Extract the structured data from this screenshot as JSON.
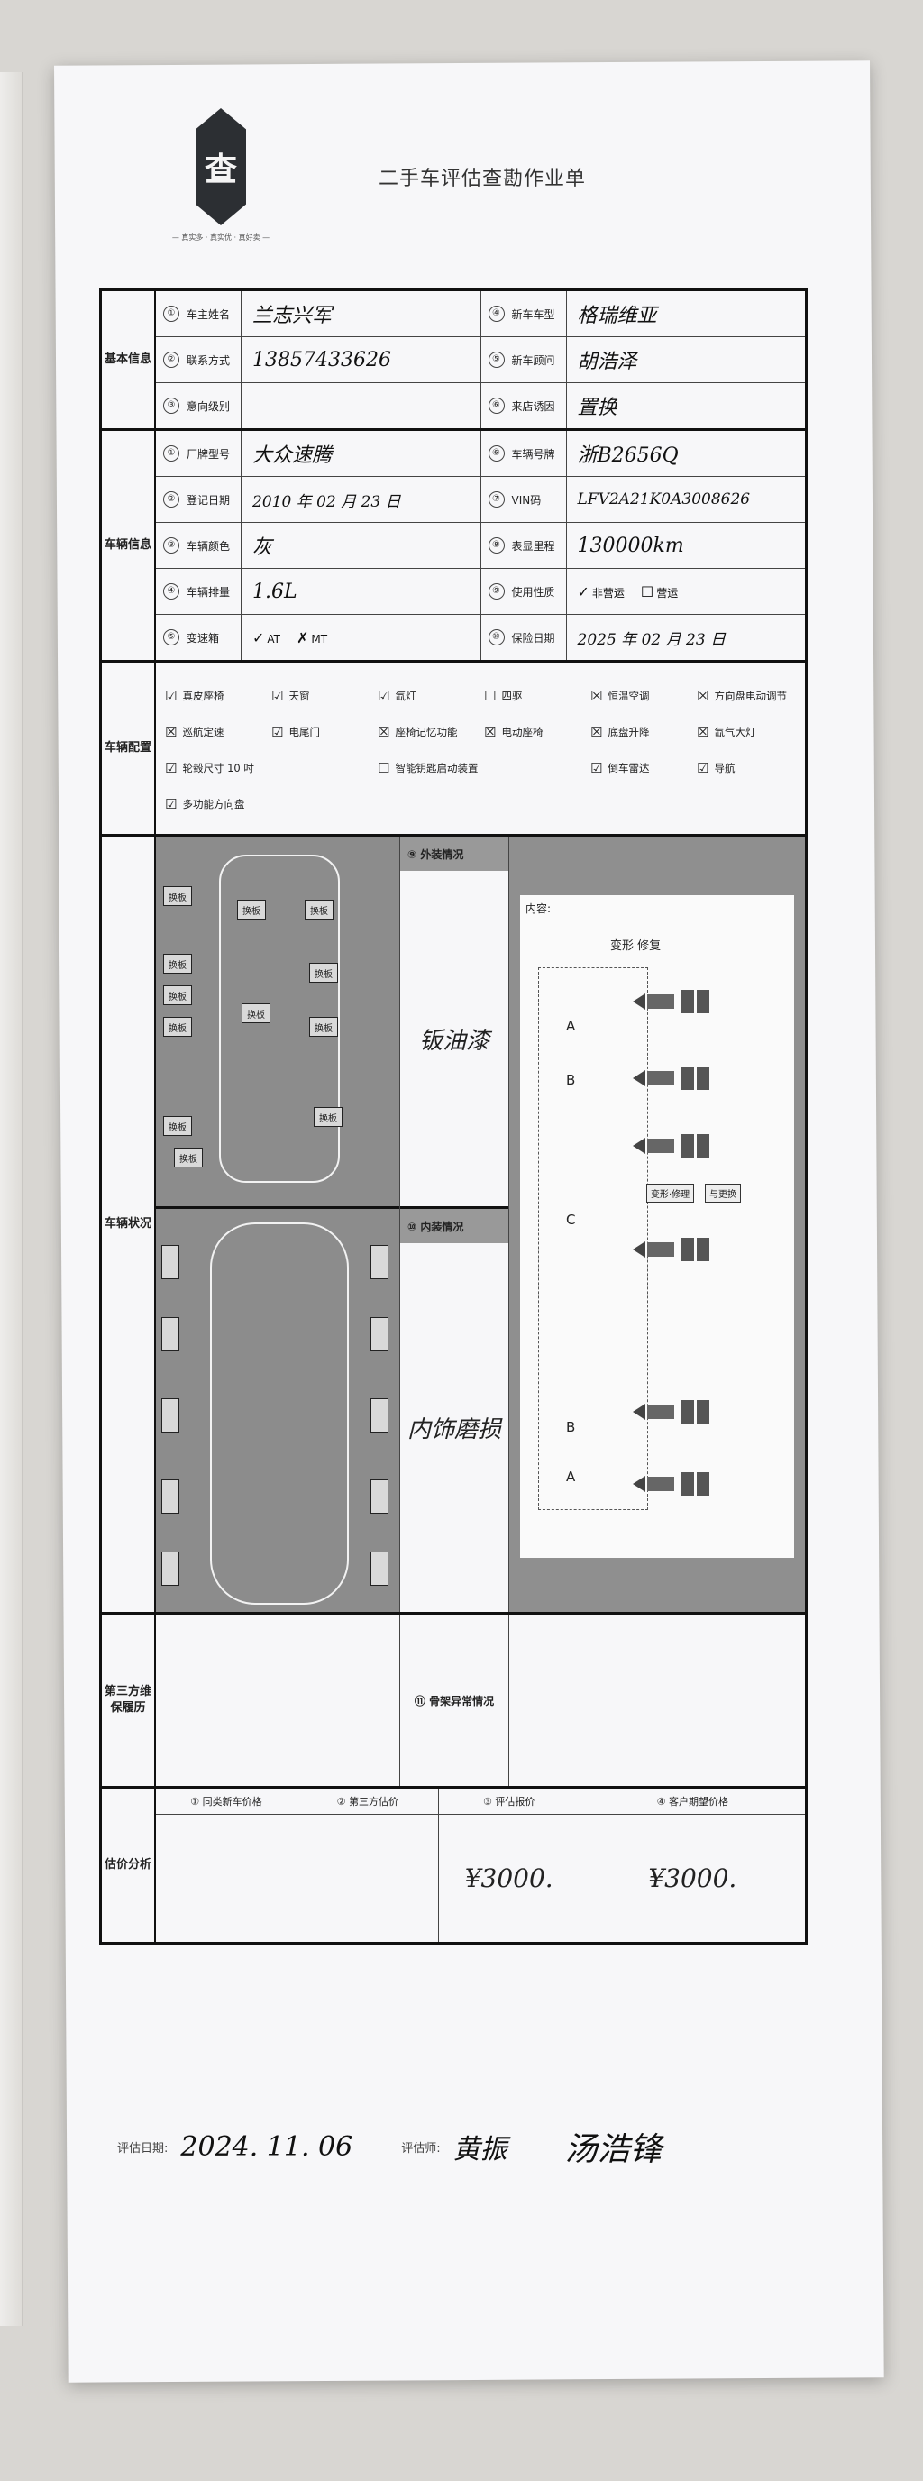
{
  "logo": {
    "char": "查",
    "caption": "— 真实多 · 真实优 · 真好卖 —"
  },
  "title": "二手车评估查勘作业单",
  "basic": {
    "section_label": "基本信息",
    "rows": [
      {
        "n1": "①",
        "l1": "车主姓名",
        "v1": "兰志兴军",
        "n2": "④",
        "l2": "新车车型",
        "v2": "格瑞维亚"
      },
      {
        "n1": "②",
        "l1": "联系方式",
        "v1": "13857433626",
        "n2": "⑤",
        "l2": "新车顾问",
        "v2": "胡浩泽"
      },
      {
        "n1": "③",
        "l1": "意向级别",
        "v1": "",
        "n2": "⑥",
        "l2": "来店诱因",
        "v2": "置换"
      }
    ]
  },
  "vehicle": {
    "section_label": "车辆信息",
    "rows": [
      {
        "n1": "①",
        "l1": "厂牌型号",
        "v1": "大众速腾",
        "n2": "⑥",
        "l2": "车辆号牌",
        "v2": "浙B2656Q"
      },
      {
        "n1": "②",
        "l1": "登记日期",
        "v1": "2010 年 02 月 23 日",
        "n2": "⑦",
        "l2": "VIN码",
        "v2": "LFV2A21K0A3008626"
      },
      {
        "n1": "③",
        "l1": "车辆颜色",
        "v1": "灰",
        "n2": "⑧",
        "l2": "表显里程",
        "v2": "130000km"
      },
      {
        "n1": "④",
        "l1": "车辆排量",
        "v1": "1.6L",
        "n2": "⑨",
        "l2": "使用性质",
        "v2": ""
      },
      {
        "n1": "⑤",
        "l1": "变速箱",
        "v1": "",
        "n2": "⑩",
        "l2": "保险日期",
        "v2": "2025 年 02 月 23 日"
      }
    ],
    "usage_options": [
      "非营运",
      "营运"
    ],
    "gearbox_options": [
      "AT",
      "MT"
    ]
  },
  "config": {
    "section_label": "车辆配置",
    "items": [
      "真皮座椅",
      "天窗",
      "氙灯",
      "四驱",
      "恒温空调",
      "方向盘电动调节",
      "巡航定速",
      "电尾门",
      "座椅记忆功能",
      "电动座椅",
      "底盘升降",
      "氙气大灯",
      "轮毂尺寸 10 吋",
      "智能钥匙启动装置",
      "倒车雷达",
      "导航",
      "多功能方向盘"
    ]
  },
  "status": {
    "section_label": "车辆状况",
    "exterior_header": "⑨ 外装情况",
    "exterior_text": "钣油漆",
    "interior_header": "⑩ 内装情况",
    "interior_text": "内饰磨损",
    "frame_label": "内容:",
    "frame_legend": "变形 修复",
    "frame_parts": [
      "A",
      "B",
      "C",
      "B",
      "A"
    ],
    "frame_tags": [
      "变形·修理",
      "与更换"
    ],
    "panel_label": "换板"
  },
  "third": {
    "section_label": "第三方维保履历",
    "frame_abnormal": "⑪ 骨架异常情况"
  },
  "price": {
    "section_label": "估价分析",
    "headers": [
      "① 同类新车价格",
      "② 第三方估价",
      "③ 评估报价",
      "④ 客户期望价格"
    ],
    "values": [
      "",
      "",
      "¥3000.",
      "¥3000."
    ]
  },
  "footer": {
    "date_label": "评估日期:",
    "date_value": "2024. 11. 06",
    "appraiser_label": "评估师:",
    "appraiser_value": "黄振",
    "signature": "汤浩锋"
  }
}
